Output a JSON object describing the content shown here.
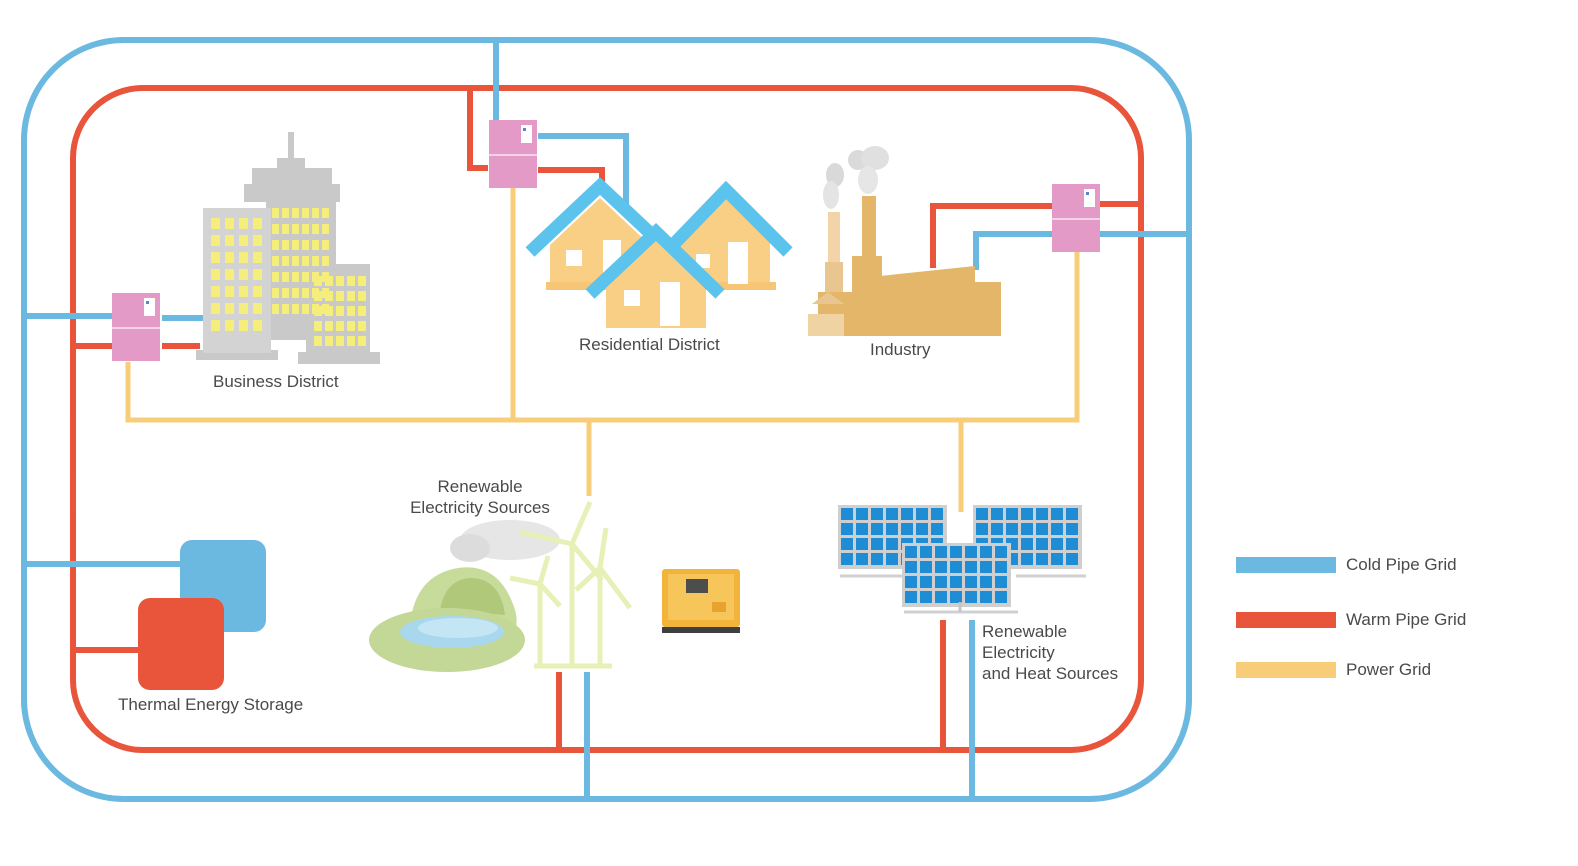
{
  "labels": {
    "business": "Business District",
    "residential": "Residential District",
    "industry": "Industry",
    "renewable_elec_1": "Renewable",
    "renewable_elec_2": "Electricity Sources",
    "thermal": "Thermal Energy Storage",
    "renew_heat_1": "Renewable",
    "renew_heat_2": "Electricity",
    "renew_heat_3": "and Heat Sources"
  },
  "legend": [
    {
      "label": "Cold Pipe Grid",
      "color": "#6bb8e0"
    },
    {
      "label": "Warm Pipe Grid",
      "color": "#e8553a"
    },
    {
      "label": "Power Grid",
      "color": "#f8cd7a"
    }
  ],
  "colors": {
    "cold": "#6bb8e0",
    "warm": "#e8553a",
    "power": "#f8cd7a",
    "substation": "#e39ac6",
    "building": "#c9c9c9",
    "window": "#f6ee7a",
    "house": "#f9cf86",
    "roof": "#5bc3ec",
    "industry": "#e4b66a",
    "solar": "#1f8dd6",
    "hill": "#c7db9a",
    "turbine": "#e7f0b7"
  }
}
